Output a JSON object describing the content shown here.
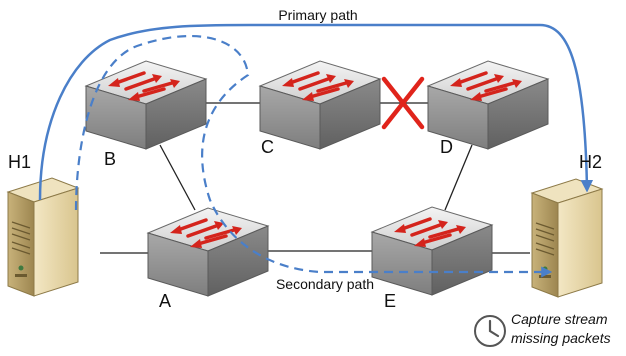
{
  "labels": {
    "primary_path": "Primary path",
    "secondary_path": "Secondary path",
    "host1": "H1",
    "host2": "H2",
    "switch_a": "A",
    "switch_b": "B",
    "switch_c": "C",
    "switch_d": "D",
    "switch_e": "E",
    "caption_line1": "Capture stream",
    "caption_line2": "missing packets"
  },
  "colors": {
    "path": "#4a7fc9",
    "failure_x": "#e0241b",
    "arrow": "#d4241c"
  },
  "icons": {
    "failure": "x-mark-icon",
    "clock": "clock-icon"
  }
}
